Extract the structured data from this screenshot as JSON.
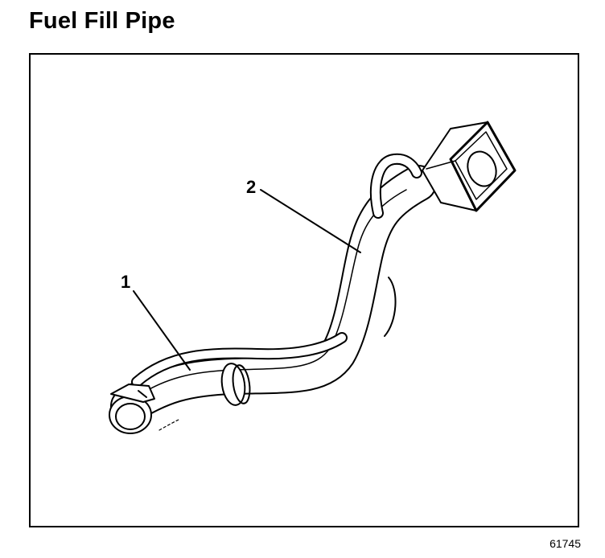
{
  "title": "Fuel Fill Pipe",
  "figure_number": "61745",
  "callouts": [
    {
      "number": "1"
    },
    {
      "number": "2"
    }
  ],
  "colors": {
    "line": "#000000",
    "background": "#ffffff"
  }
}
